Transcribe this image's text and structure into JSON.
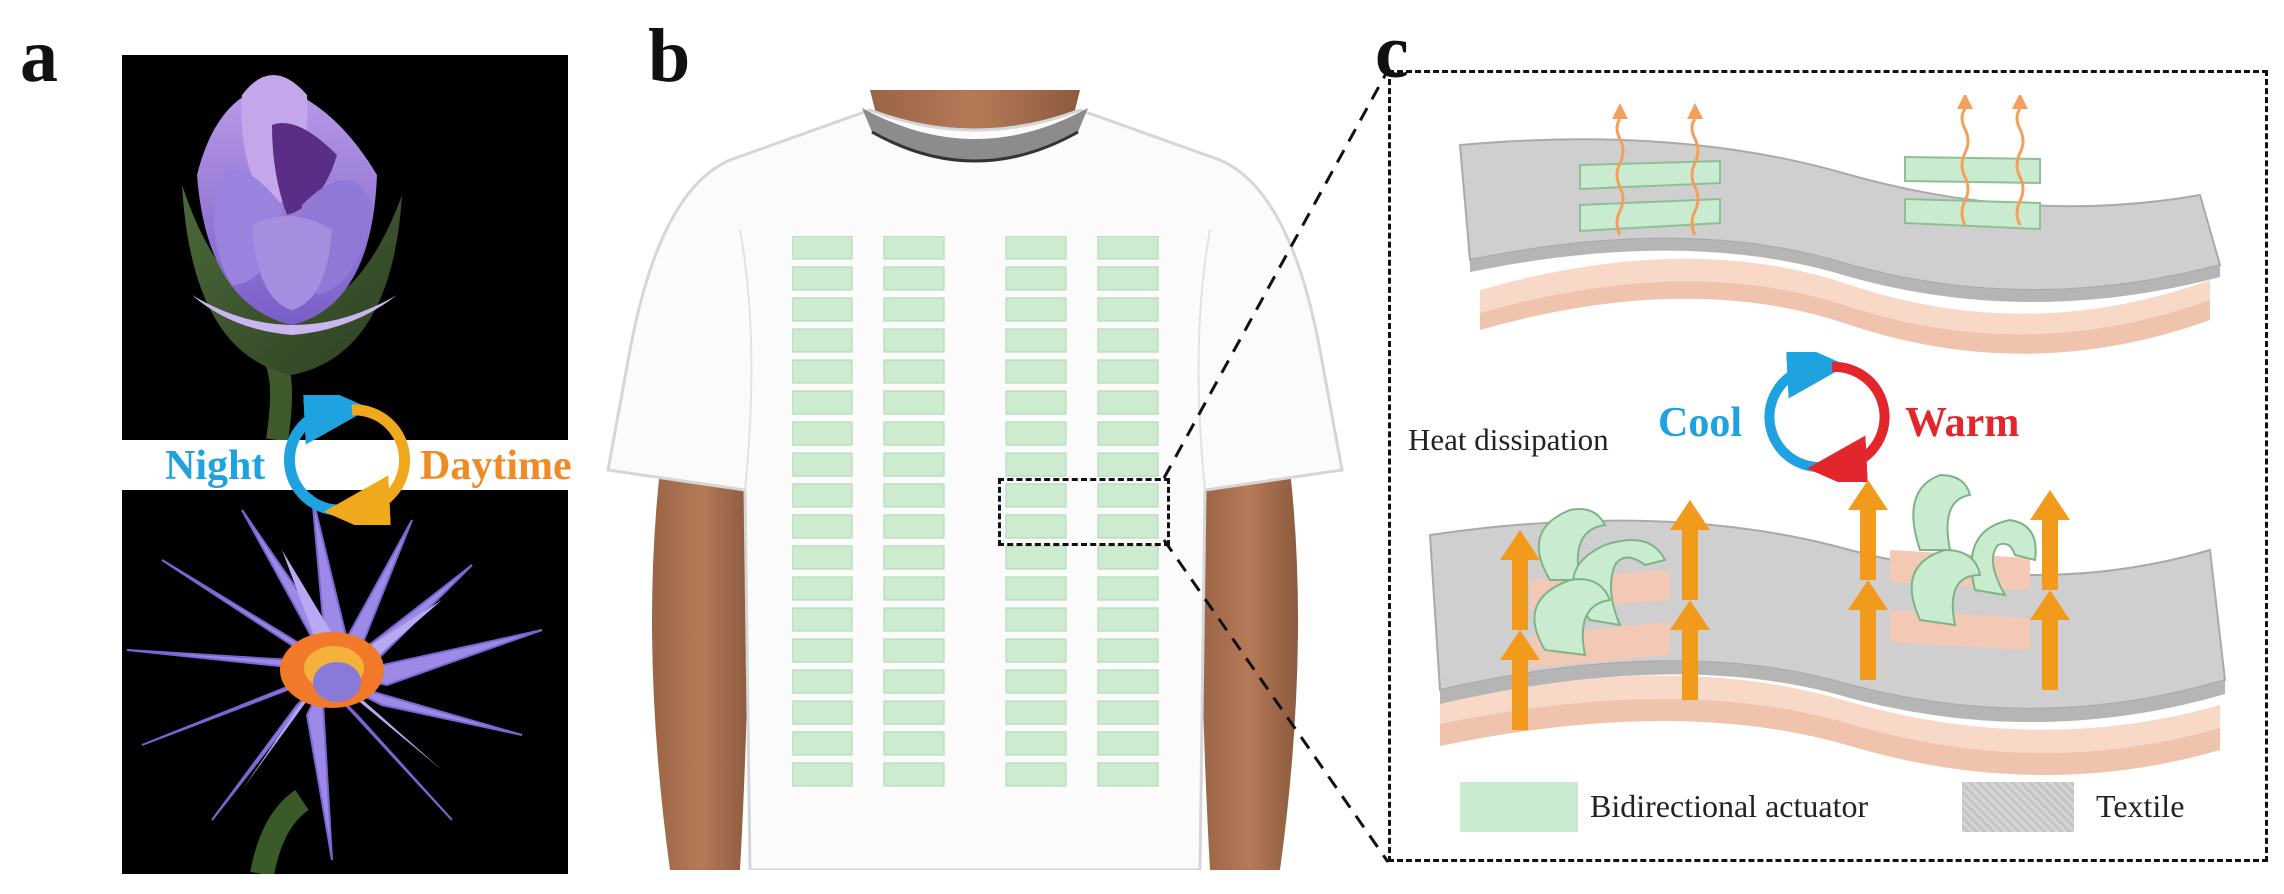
{
  "panels": {
    "a": {
      "letter": "a",
      "labels": {
        "night": "Night",
        "daytime": "Daytime"
      },
      "colors": {
        "night": "#1fa3e0",
        "daytime": "#f08a24"
      }
    },
    "b": {
      "letter": "b"
    },
    "c": {
      "letter": "c",
      "labels": {
        "cool": "Cool",
        "warm": "Warm",
        "heat": "Heat dissipation"
      },
      "colors": {
        "cool": "#1fa3e0",
        "warm": "#e3262b",
        "actuator": "#c9ebcf",
        "textile": "#cfcfcf",
        "substrate": "#f3c9b5",
        "arrow": "#f29a1c"
      },
      "legend": [
        {
          "swatch": "actuator",
          "label": "Bidirectional actuator"
        },
        {
          "swatch": "textile",
          "label": "Textile"
        }
      ]
    }
  }
}
